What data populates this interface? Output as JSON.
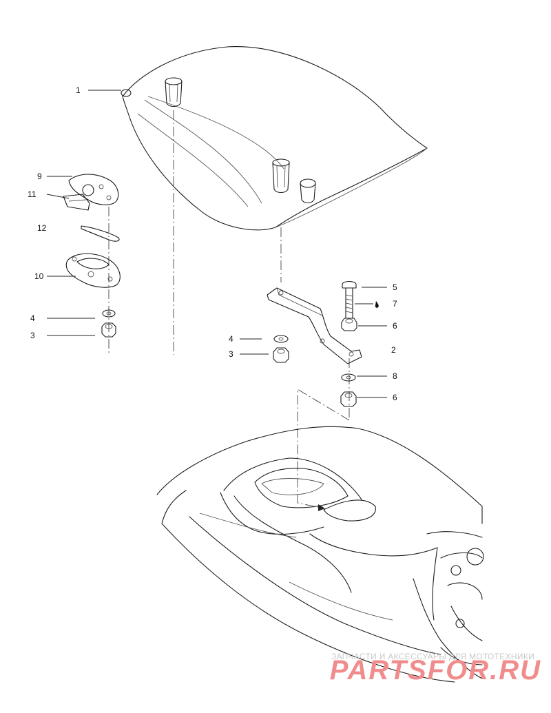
{
  "callouts": {
    "c1": "1",
    "c2": "2",
    "c3a": "3",
    "c3b": "3",
    "c4a": "4",
    "c4b": "4",
    "c5": "5",
    "c6a": "6",
    "c6b": "6",
    "c7": "7",
    "c8": "8",
    "c9": "9",
    "c10": "10",
    "c11": "11",
    "c12": "12"
  },
  "watermark": {
    "tagline": "ЗАПЧАСТИ И АКСЕССУАРЫ ДЛЯ МОТОТЕХНИКИ",
    "brand": "PARTSFOR.RU"
  },
  "colors": {
    "line": "#1a1a1a",
    "watermark_brand": "#f08c8c",
    "watermark_tagline": "#c9c9c9"
  }
}
